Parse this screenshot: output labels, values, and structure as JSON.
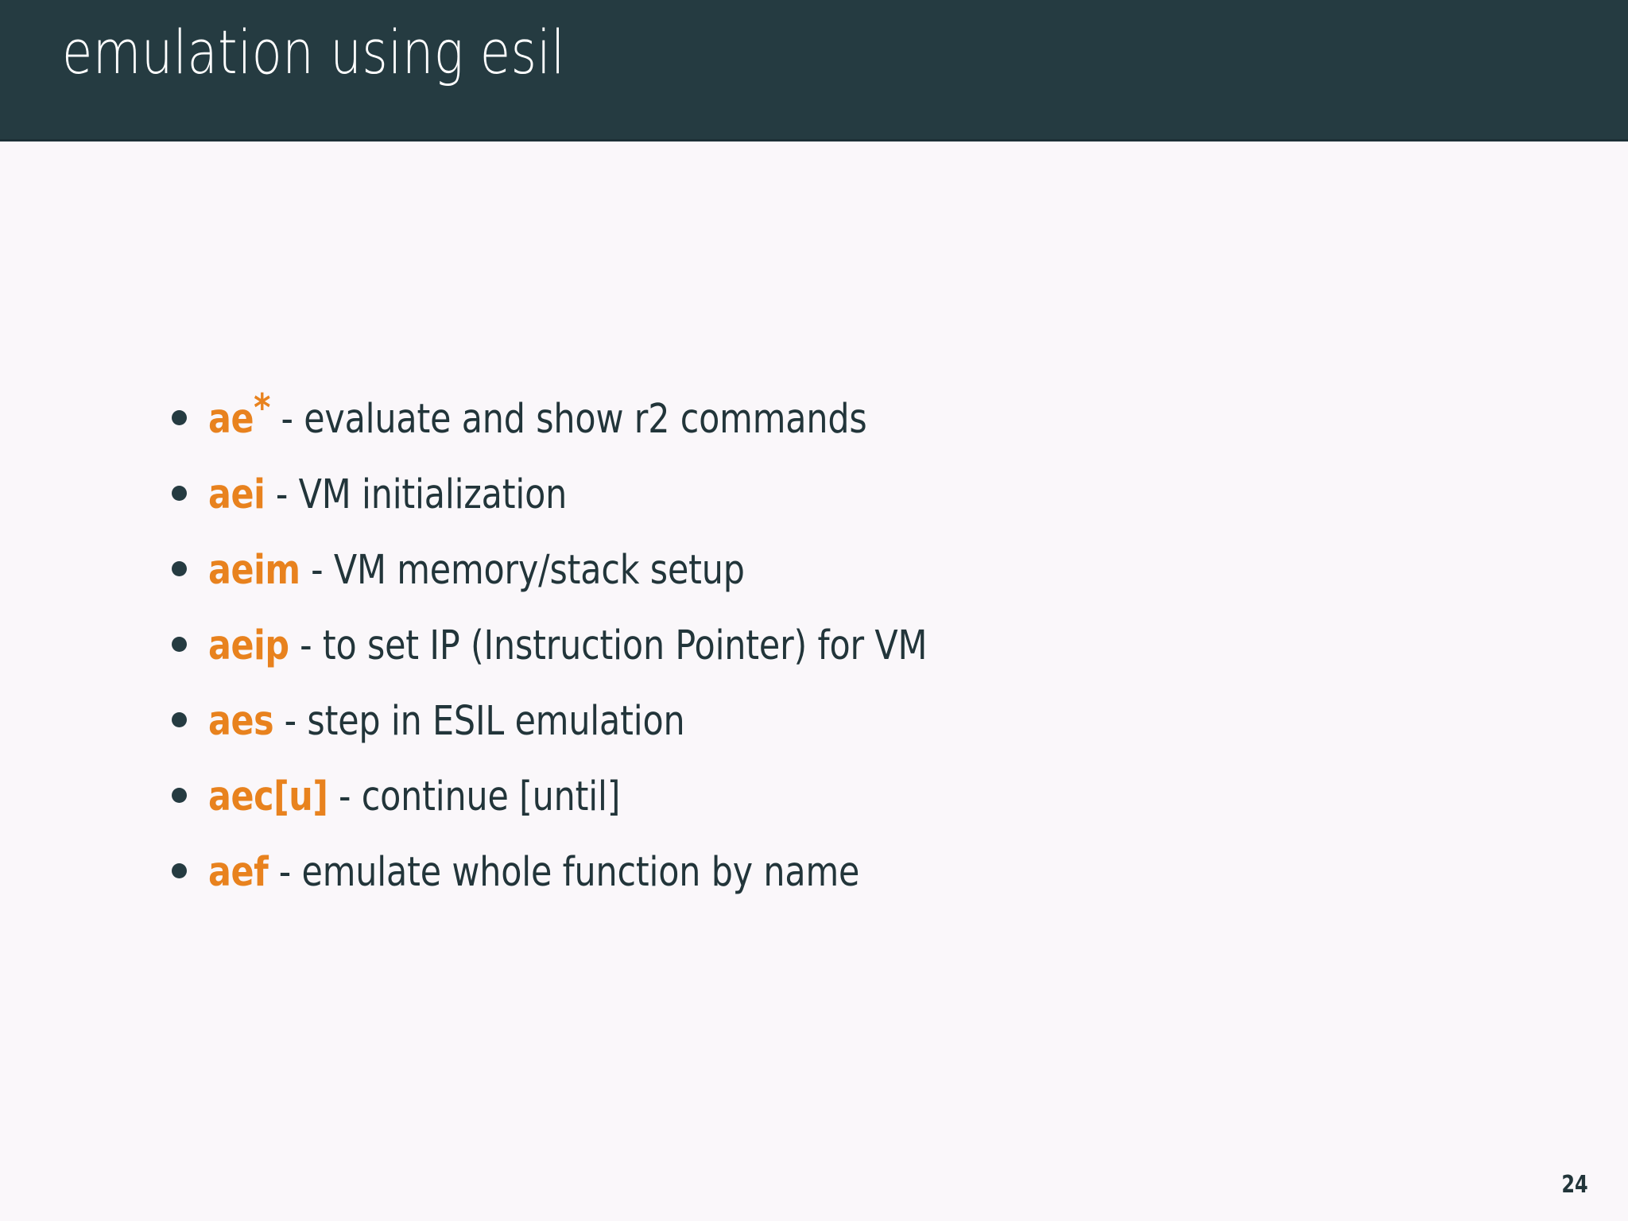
{
  "slide": {
    "title": "emulation using esil",
    "page_number": "24",
    "colors": {
      "header_background": "#253b41",
      "header_text": "#ffffff",
      "body_background": "#faf7fa",
      "body_text": "#22353a",
      "accent_orange": "#e8821e",
      "bullet_marker": "#253b41"
    }
  },
  "bullets": [
    {
      "code": "ae",
      "code_suffix": "*",
      "separator": " - ",
      "description": "evaluate and show r2 commands"
    },
    {
      "code": "aei",
      "code_suffix": "",
      "separator": " - ",
      "description": "VM initialization"
    },
    {
      "code": "aeim",
      "code_suffix": "",
      "separator": " - ",
      "description": "VM memory/stack setup"
    },
    {
      "code": "aeip",
      "code_suffix": "",
      "separator": " - ",
      "description": "to set IP (Instruction Pointer) for VM"
    },
    {
      "code": "aes",
      "code_suffix": "",
      "separator": " - ",
      "description": "step in ESIL emulation"
    },
    {
      "code": "aec[u]",
      "code_suffix": "",
      "separator": " - ",
      "description": "continue [until]"
    },
    {
      "code": "aef",
      "code_suffix": "",
      "separator": " - ",
      "description": "emulate whole function by name"
    }
  ]
}
